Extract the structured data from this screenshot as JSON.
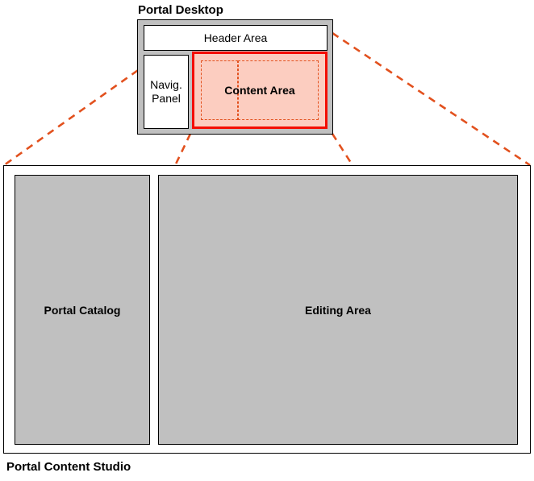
{
  "diagrams": {
    "upper": {
      "title": "Portal Desktop",
      "regions": {
        "header": "Header Area",
        "navigation_line1": "Navig.",
        "navigation_line2": "Panel",
        "content": "Content Area"
      }
    },
    "lower": {
      "title": "Portal Content Studio",
      "regions": {
        "catalog": "Portal Catalog",
        "editing": "Editing Area"
      }
    }
  },
  "colors": {
    "frame_gray": "#c0c0c0",
    "panel_white": "#ffffff",
    "highlight_fill": "#fccdc0",
    "highlight_border": "#f40d00",
    "connector": "#e2511e",
    "outline": "#000000",
    "text": "#000000"
  }
}
